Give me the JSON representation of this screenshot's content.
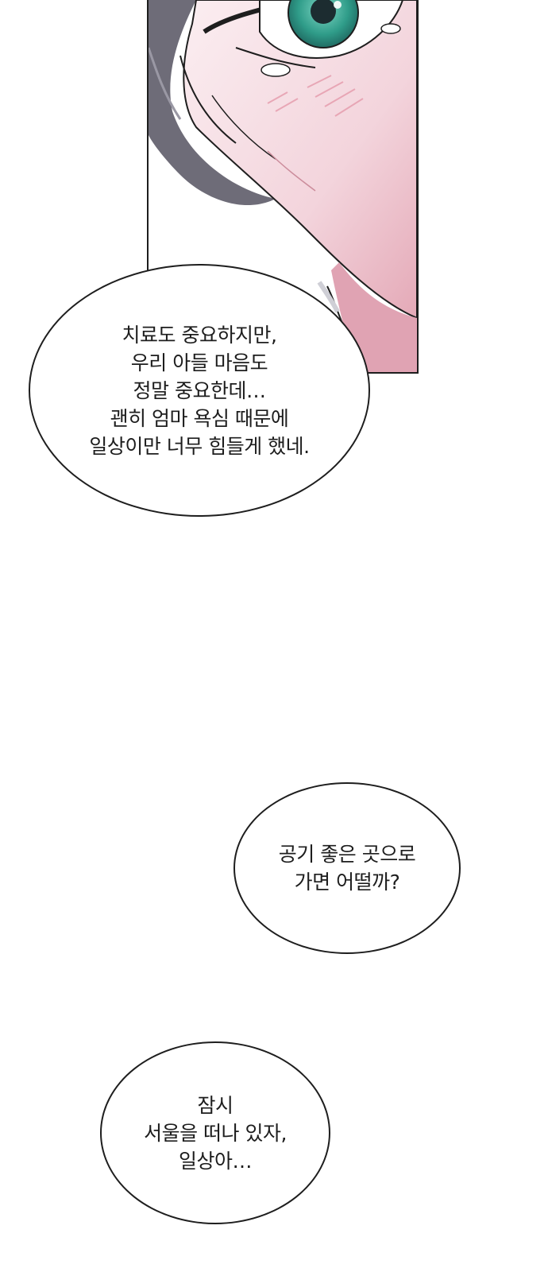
{
  "panel": {
    "illustration": "close-up-crying-eye-illustration",
    "colors": {
      "skin": "#f6dde4",
      "blush": "#eeb2bf",
      "hair": "#6e6c78",
      "iris": "#3aa995",
      "outline": "#1e1e1e"
    }
  },
  "bubbles": [
    {
      "lines": [
        "치료도 중요하지만,",
        "우리 아들 마음도",
        "정말 중요한데…",
        "괜히 엄마 욕심 때문에",
        "일상이만 너무 힘들게 했네."
      ]
    },
    {
      "lines": [
        "공기 좋은 곳으로",
        "가면 어떨까?"
      ]
    },
    {
      "lines": [
        "잠시",
        "서울을 떠나 있자,",
        "일상아…"
      ]
    }
  ]
}
